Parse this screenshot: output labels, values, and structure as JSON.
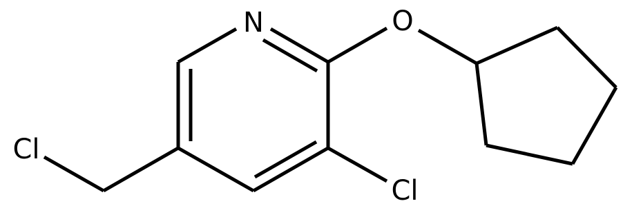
{
  "molecule": {
    "atoms": {
      "n1": "N",
      "o1": "O",
      "cl_methyl": "Cl",
      "cl_ring": "Cl"
    }
  }
}
